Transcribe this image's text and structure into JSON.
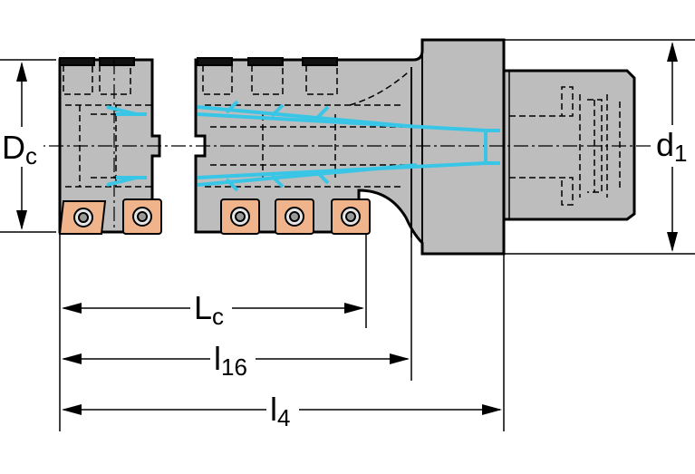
{
  "dimensions": {
    "Dc": {
      "main": "D",
      "sub": "c"
    },
    "d1": {
      "main": "d",
      "sub": "1"
    },
    "Lc": {
      "main": "L",
      "sub": "c"
    },
    "l16": {
      "main": "l",
      "sub": "16"
    },
    "l4": {
      "main": "l",
      "sub": "4"
    }
  },
  "colors": {
    "body": "#bdbdbd",
    "outline": "#000000",
    "coolant": "#39c6e6",
    "insert": "#f0b48c",
    "background": "#ffffff"
  },
  "inserts": {
    "count": 5
  }
}
